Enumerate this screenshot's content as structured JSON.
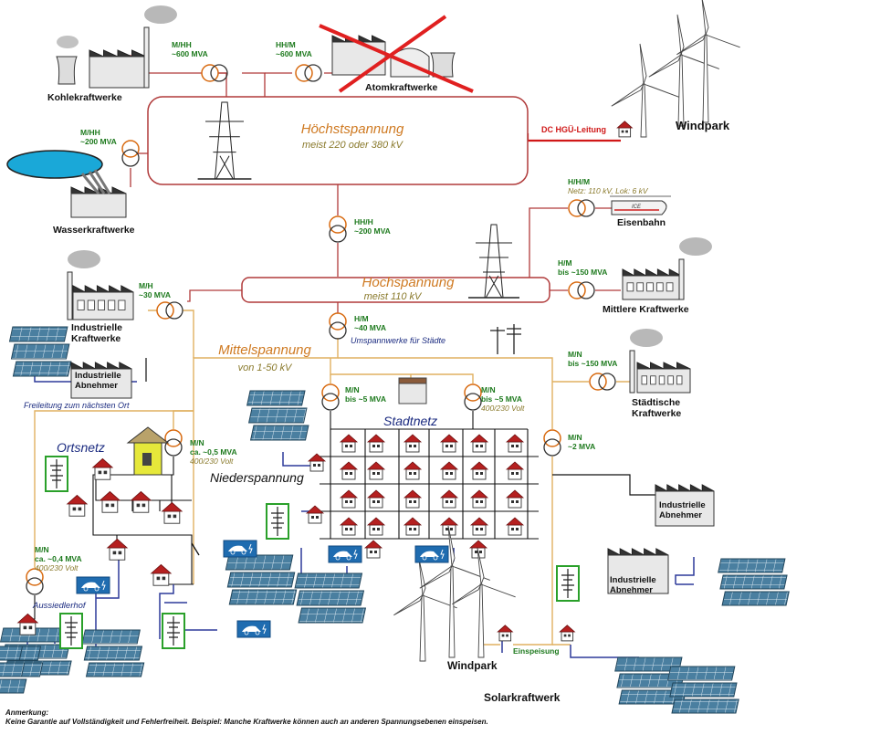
{
  "plants": {
    "kohle": "Kohlekraftwerke",
    "atom": "Atomkraftwerke",
    "wasser": "Wasserkraftwerke",
    "windpark_top": "Windpark",
    "eisenbahn": "Eisenbahn",
    "industrielle_kw": "Industrielle\nKraftwerke",
    "mittlere_kw": "Mittlere Kraftwerke",
    "staedtische_kw": "Städtische\nKraftwerke",
    "ind_abnehmer": "Industrielle\nAbnehmer",
    "windpark_bottom": "Windpark",
    "solarkraftwerk": "Solarkraftwerk",
    "aussiedlerhof": "Aussiedlerhof",
    "ice": "ICE"
  },
  "levels": {
    "hoechst_title": "Höchstspannung",
    "hoechst_sub": "meist 220 oder 380 kV",
    "hoch_title": "Hochspannung",
    "hoch_sub": "meist 110 kV",
    "mittel_title": "Mittelspannung",
    "mittel_sub": "von 1-50 kV",
    "nieder": "Niederspannung",
    "ortsnetz": "Ortsnetz",
    "stadtnetz": "Stadtnetz"
  },
  "transformers": {
    "t_kohle": [
      "M/HH",
      "~600 MVA"
    ],
    "t_atom": [
      "HH/M",
      "~600 MVA"
    ],
    "t_wasser": [
      "M/HH",
      "~200 MVA"
    ],
    "t_hh_h": [
      "HH/H",
      "~200 MVA"
    ],
    "t_bahn": [
      "H/H/M",
      "Netz: 110 kV, Lok: 6 kV"
    ],
    "t_mittlere": [
      "H/M",
      "bis ~150 MVA"
    ],
    "t_industrie": [
      "M/H",
      "~30 MVA"
    ],
    "t_h_m": [
      "H/M",
      "~40 MVA"
    ],
    "t_staedt": [
      "M/N",
      "bis ~150 MVA"
    ],
    "t_stadt1": [
      "M/N",
      "bis ~5 MVA"
    ],
    "t_stadt2": [
      "M/N",
      "bis ~5 MVA",
      "400/230 Volt"
    ],
    "t_ort": [
      "M/N",
      "ca. ~0,5 MVA",
      "400/230 Volt"
    ],
    "t_m_n2": [
      "M/N",
      "~2 MVA"
    ],
    "t_aussiedler": [
      "M/N",
      "ca. ~0,4 MVA",
      "400/230 Volt"
    ]
  },
  "misc": {
    "dc_line": "DC  HGÜ-Leitung",
    "umspann": "Umspannwerke für Städte",
    "freileitung": "Freileitung zum nächsten Ort",
    "einspeisung": "Einspeisung"
  },
  "footnote": {
    "title": "Anmerkung:",
    "text": "Keine Garantie auf Vollständigkeit und Fehlerfreiheit. Beispiel: Manche Kraftwerke können auch an anderen Spannungsebenen einspeisen."
  },
  "colors": {
    "hoechst_line": "#b03a3a",
    "hoch_line": "#b03a3a",
    "mittel_line": "#e0b060",
    "nieder_line": "#111111",
    "house_line": "#2d3a9a",
    "dc_line": "#d01818",
    "transformer_green": "#1e7a1e",
    "transformer_orange": "#d86a10",
    "solar": "#3a6f8f",
    "ev_box": "#1f6cb0",
    "battery_box": "#2aa02a"
  }
}
